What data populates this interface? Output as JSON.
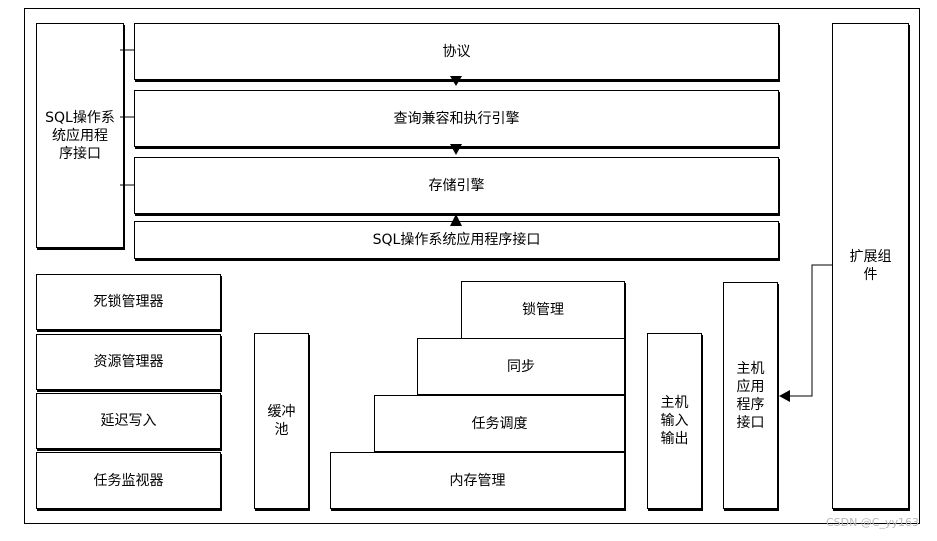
{
  "diagram": {
    "left_api": "SQL操作系\n统应用程\n序接口",
    "protocol": "协议",
    "query_engine": "查询兼容和执行引擎",
    "storage_engine": "存储引擎",
    "bottom_api": "SQL操作系统应用程序接口",
    "extensions": "扩展组\n件",
    "deadlock_manager": "死锁管理器",
    "resource_manager": "资源管理器",
    "lazy_writer": "延迟写入",
    "task_monitor": "任务监视器",
    "buffer_pool": "缓冲\n池",
    "lock_mgmt": "锁管理",
    "sync": "同步",
    "task_scheduling": "任务调度",
    "memory_mgmt": "内存管理",
    "host_io": "主机\n输入\n输出",
    "host_api": "主机\n应用\n程序\n接口"
  },
  "watermark": "CSDN @C_yy163"
}
